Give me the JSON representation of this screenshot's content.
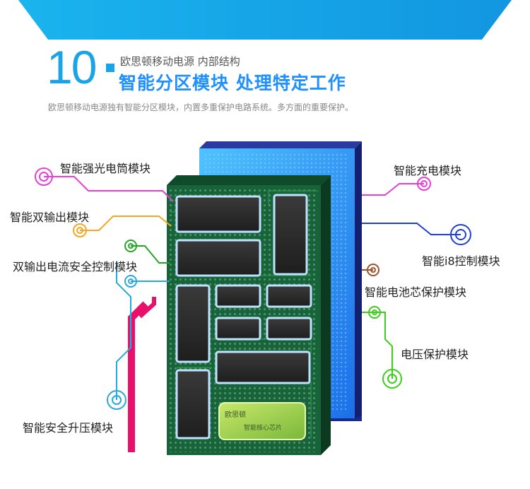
{
  "header": {
    "number": "10",
    "subtitle_small": "欧思顿移动电源 内部结构",
    "headline": "智能分区模块 处理特定工作",
    "description": "欧思顿移动电源独有智能分区模块，内置多重保护电路系统。多方面的重要保护。"
  },
  "labels_left": [
    {
      "text": "智能强光电筒模块",
      "color": "#e83fd8"
    },
    {
      "text": "智能双输出模块",
      "color": "#f5a623"
    },
    {
      "text": "双输出电流安全控制模块",
      "color": "#22a822"
    },
    {
      "text": "智能安全升压模块",
      "color": "#2aa8d8"
    }
  ],
  "labels_right": [
    {
      "text": "智能充电模块",
      "color": "#e83fd8"
    },
    {
      "text": "智能i8控制模块",
      "color": "#1f3fd8"
    },
    {
      "text": "智能电池芯保护模块",
      "color": "#a0522d"
    },
    {
      "text": "电压保护模块",
      "color": "#3ccf1a"
    }
  ],
  "core_chip": {
    "brand": "欧思顿",
    "caption": "智能核心芯片"
  },
  "colors": {
    "accent": "#1aa3e6",
    "banner": "#1aa3e6",
    "pcb": "#17643a",
    "battery": "#2b8cf5"
  }
}
